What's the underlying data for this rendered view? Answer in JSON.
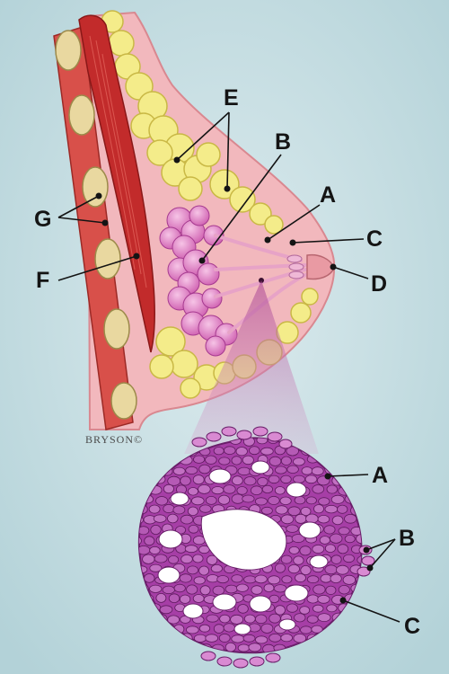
{
  "labels": {
    "upper": {
      "a": "A",
      "b": "B",
      "c": "C",
      "d": "D",
      "e": "E",
      "f": "F",
      "g": "G"
    },
    "lower": {
      "a": "A",
      "b": "B",
      "c": "C"
    }
  },
  "credit": "BRYSON©",
  "colors": {
    "background": "#c8dfe4",
    "skin": "#f2b8bd",
    "fat": "#f4ec8a",
    "muscle": "#c22b2b",
    "rib_bone": "#e9d8a0",
    "lobule": "#e486c8",
    "tissue_purple": "#a63ea6",
    "leader_line": "#141414"
  }
}
